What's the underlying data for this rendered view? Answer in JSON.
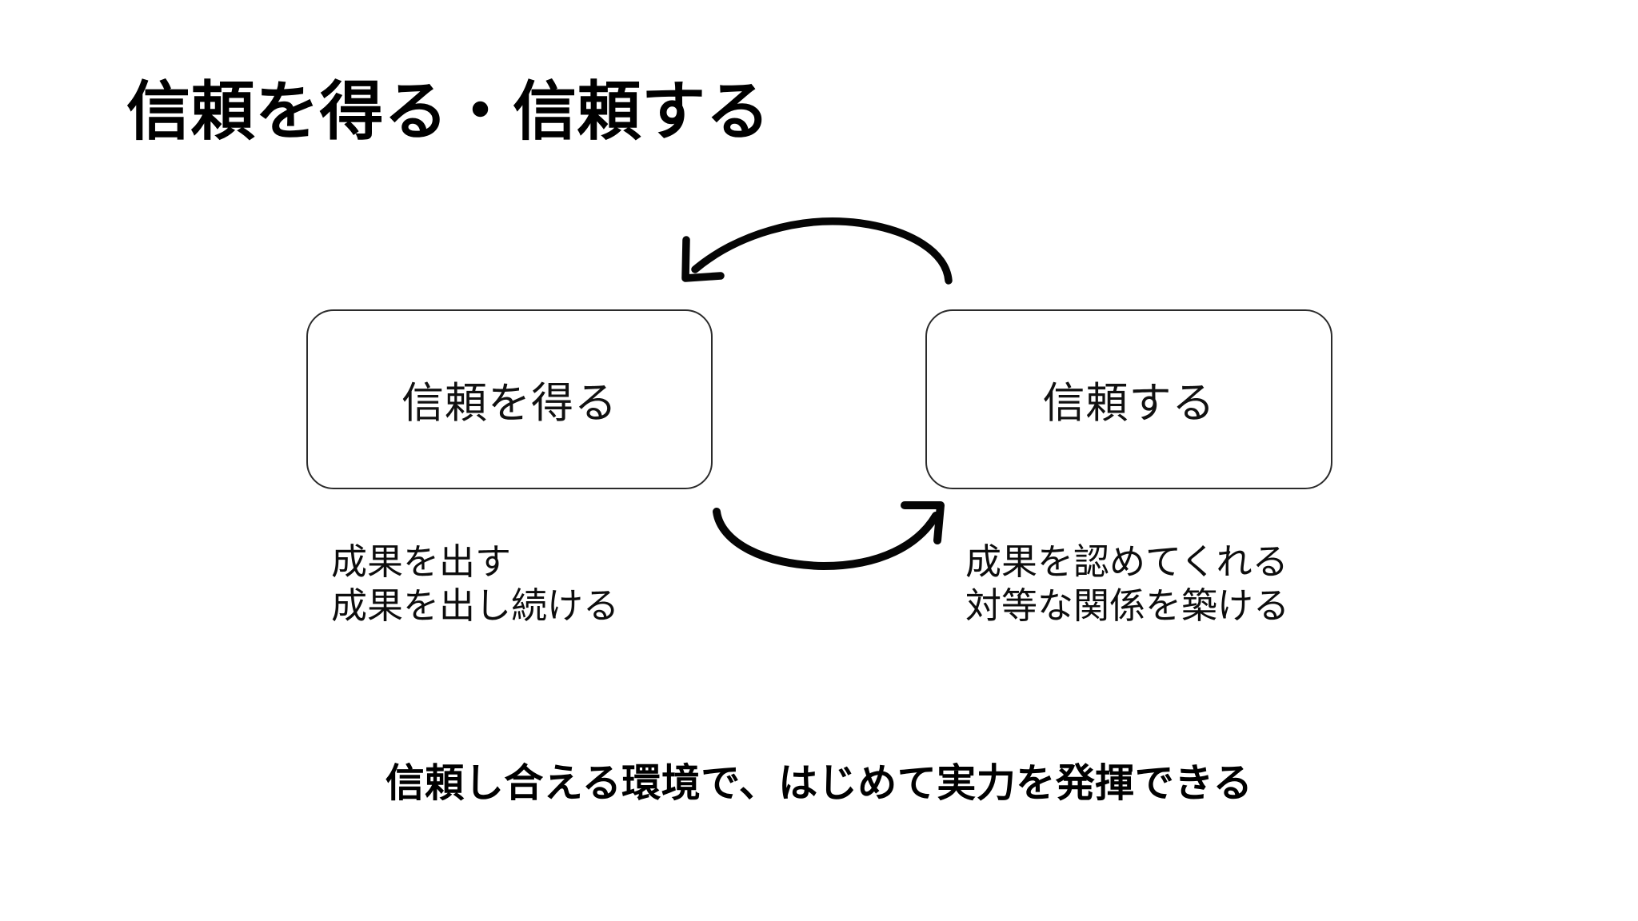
{
  "slide": {
    "title": "信頼を得る・信頼する",
    "background_color": "#ffffff",
    "text_color": "#0a0a0a",
    "outline_color": "#2b2b2b"
  },
  "diagram": {
    "type": "cycle",
    "nodes": [
      {
        "id": "gain-trust",
        "label": "信頼を得る"
      },
      {
        "id": "give-trust",
        "label": "信頼する"
      }
    ],
    "arrows": [
      {
        "id": "top-arrow",
        "from": "give-trust",
        "to": "gain-trust",
        "direction": "right-to-left",
        "style": "hand-drawn-curve"
      },
      {
        "id": "bottom-arrow",
        "from": "gain-trust",
        "to": "give-trust",
        "direction": "left-to-right",
        "style": "hand-drawn-curve"
      }
    ]
  },
  "captions": {
    "left": [
      "成果を出す",
      "成果を出し続ける"
    ],
    "right": [
      "成果を認めてくれる",
      "対等な関係を築ける"
    ]
  },
  "footer": {
    "statement": "信頼し合える環境で、はじめて実力を発揮できる"
  }
}
